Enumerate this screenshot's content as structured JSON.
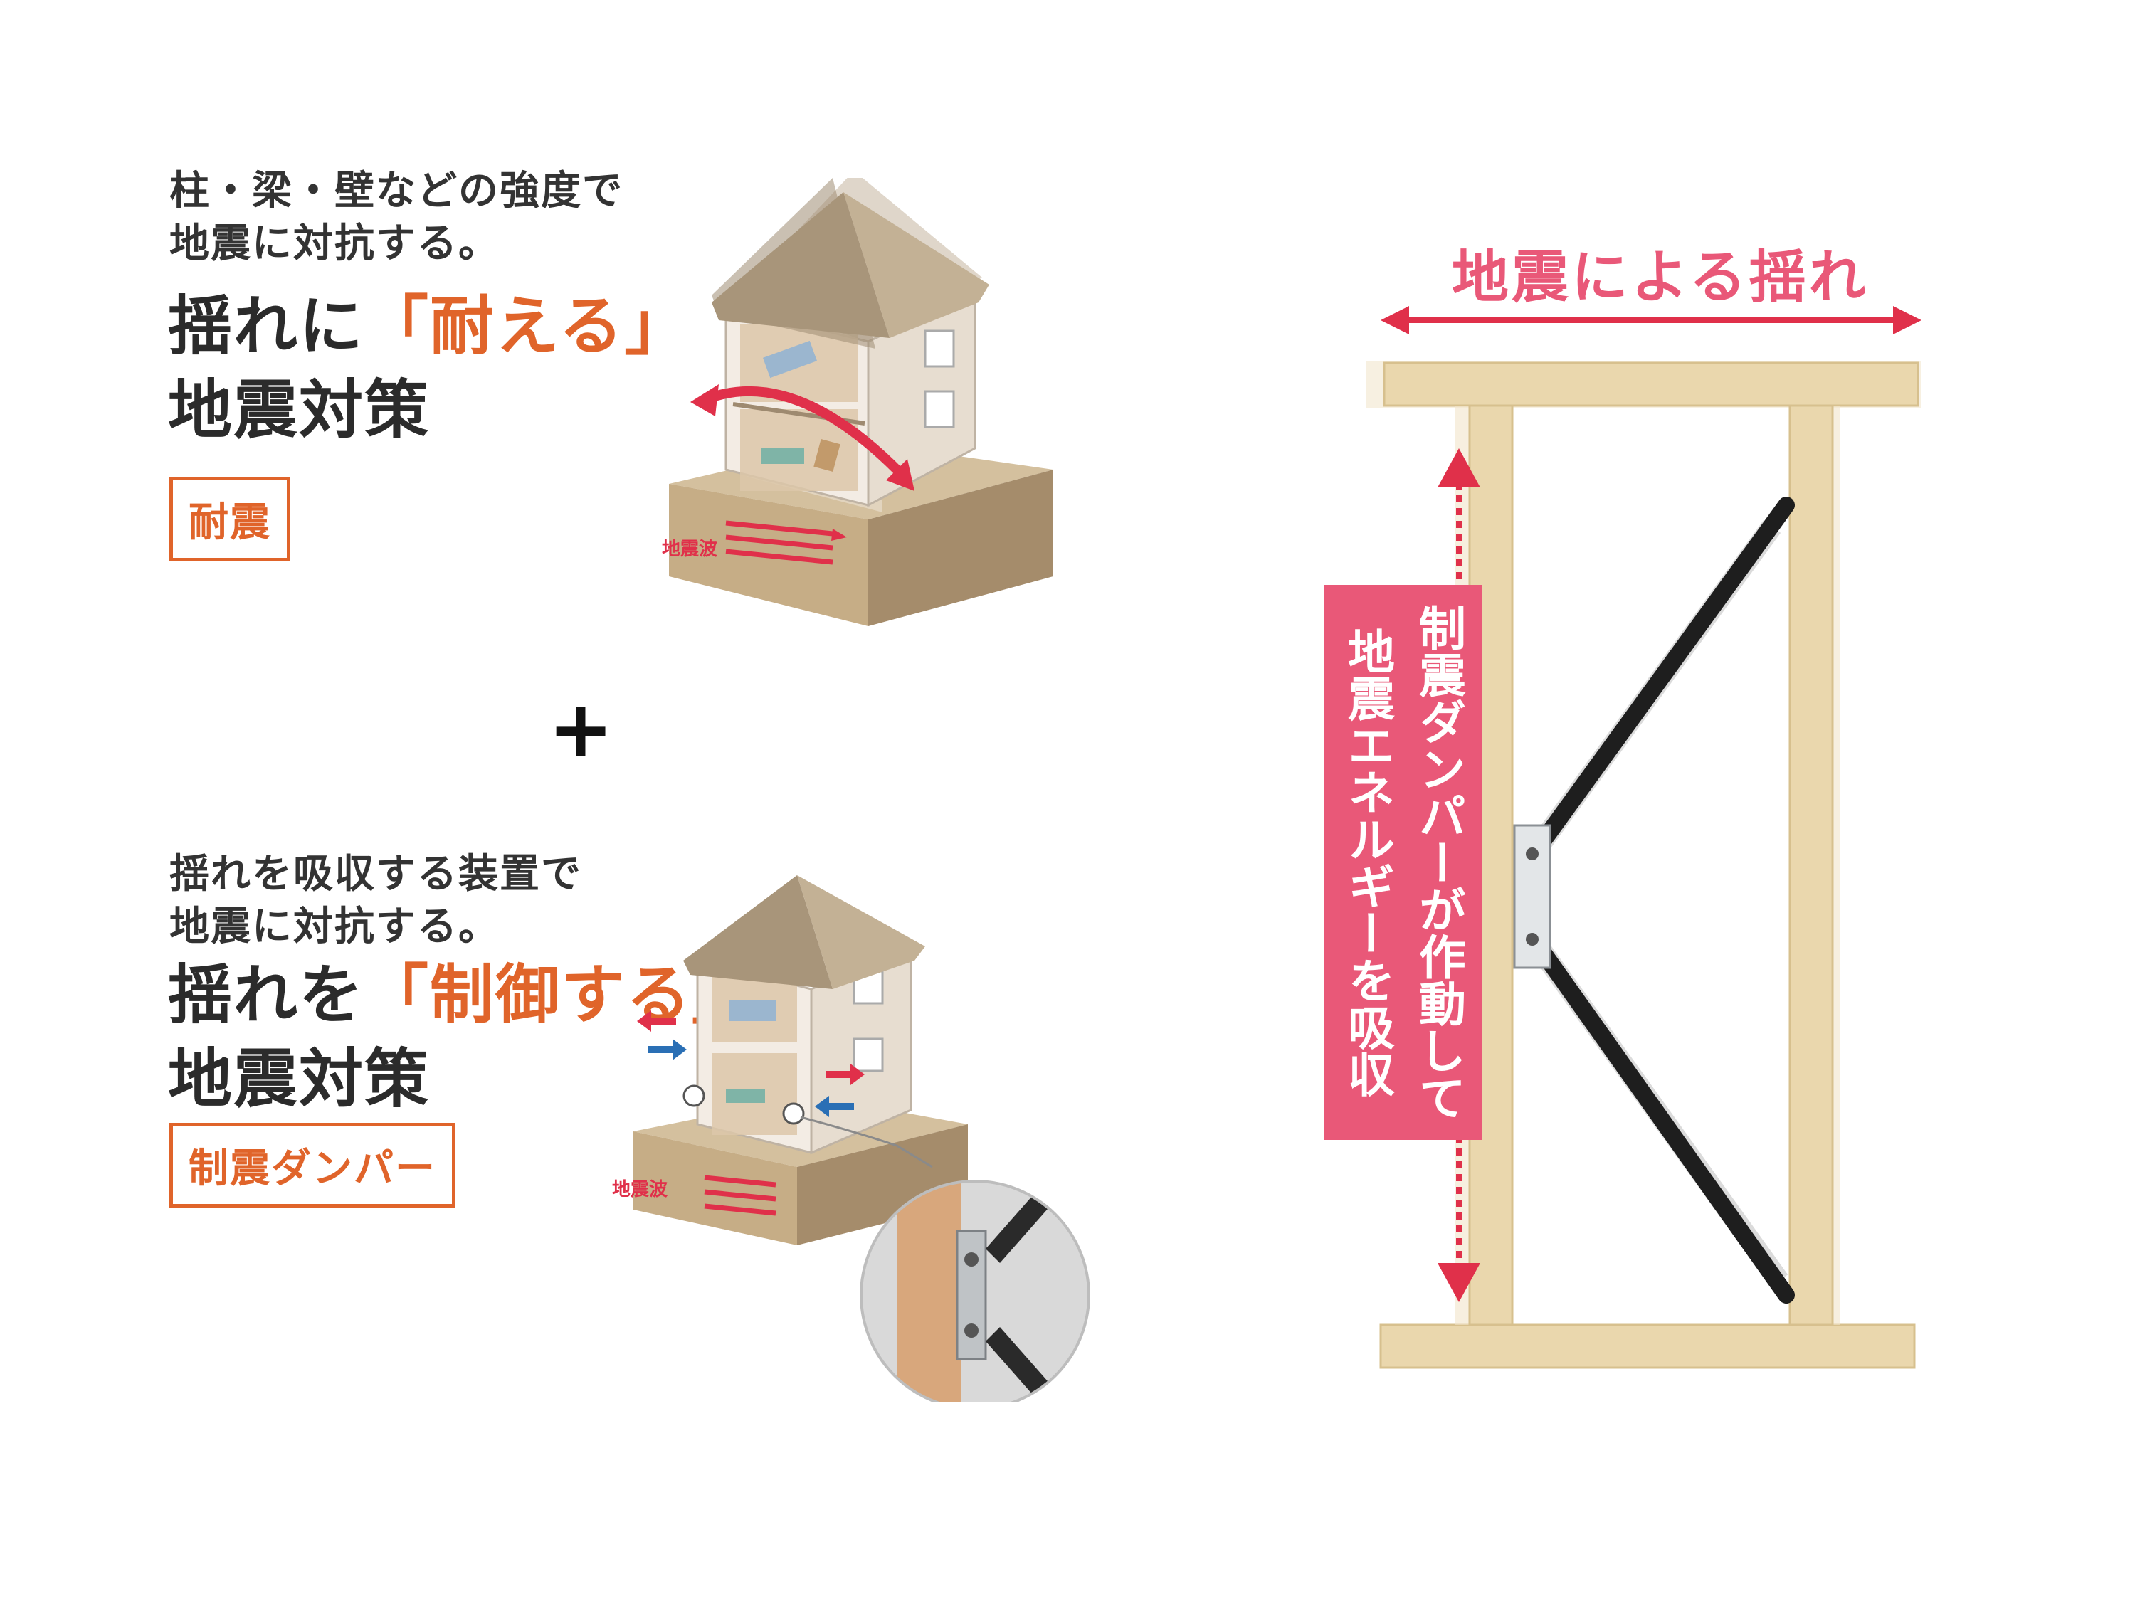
{
  "block1": {
    "desc_lines": [
      "柱・梁・壁などの強度で",
      "地震に対抗する。"
    ],
    "title_pre": "揺れに",
    "title_accent": "「耐える」",
    "title_line2": "地震対策",
    "tag": "耐震",
    "wave_label": "地震波"
  },
  "plus": "+",
  "block2": {
    "desc_lines": [
      "揺れを吸収する装置で",
      "地震に対抗する。"
    ],
    "title_pre": "揺れを",
    "title_accent": "「制御する」",
    "title_line2": "地震対策",
    "tag": "制震ダンパー",
    "wave_label": "地震波"
  },
  "right": {
    "title": "地震による揺れ",
    "vertical_lines": [
      "制震ダンパーが作動して",
      "地震エネルギーを吸収"
    ]
  },
  "colors": {
    "accent_orange": "#e0642a",
    "accent_pink": "#e95878",
    "wave_red": "#e0304a",
    "arrow_blue": "#2a6fb5"
  }
}
